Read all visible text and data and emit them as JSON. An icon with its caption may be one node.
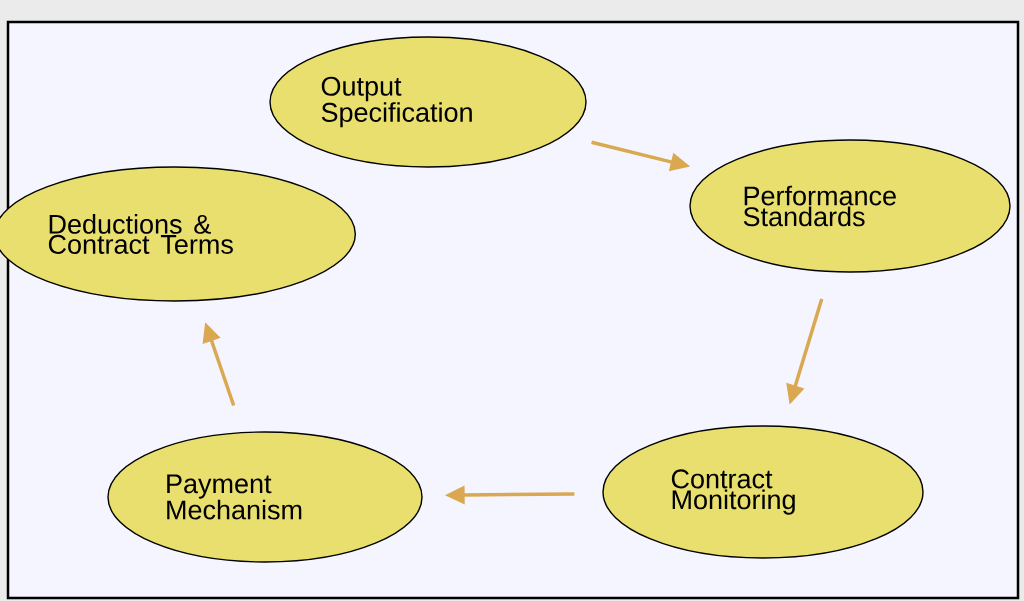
{
  "diagram": {
    "nodes": [
      {
        "text": [
          "Output Specification"
        ]
      },
      {
        "text": [
          "Performance Standards"
        ]
      },
      {
        "text": [
          "Contract Monitoring"
        ]
      },
      {
        "text": [
          "Payment Mechanism"
        ]
      },
      {
        "text": [
          "Deductions & Contract Terms"
        ]
      }
    ],
    "edges": [
      {
        "from": 0,
        "to": 1,
        "arrow": "to"
      },
      {
        "from": 1,
        "to": 2,
        "arrow": "to"
      },
      {
        "from": 2,
        "to": 3,
        "arrow": "to"
      },
      {
        "from": 3,
        "to": 4,
        "arrow": "to"
      }
    ]
  }
}
